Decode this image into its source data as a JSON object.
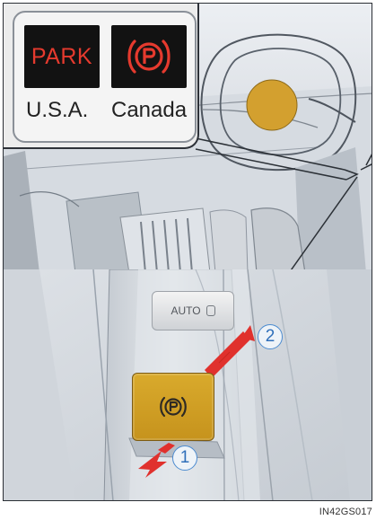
{
  "indicators": {
    "usa_text": "PARK",
    "usa_label": "U.S.A.",
    "canada_label": "Canada",
    "canada_icon": "parking-brake-icon"
  },
  "controls": {
    "auto_button_label": "AUTO",
    "parking_switch_icon": "parking-brake-icon"
  },
  "steps": {
    "one": "1",
    "two": "2"
  },
  "figure_code": "IN42GS017",
  "colors": {
    "indicator_red": "#e53a2e",
    "switch_amber": "#d1a027",
    "arrow_red": "#e0312d",
    "callout_blue": "#3d7fca"
  }
}
